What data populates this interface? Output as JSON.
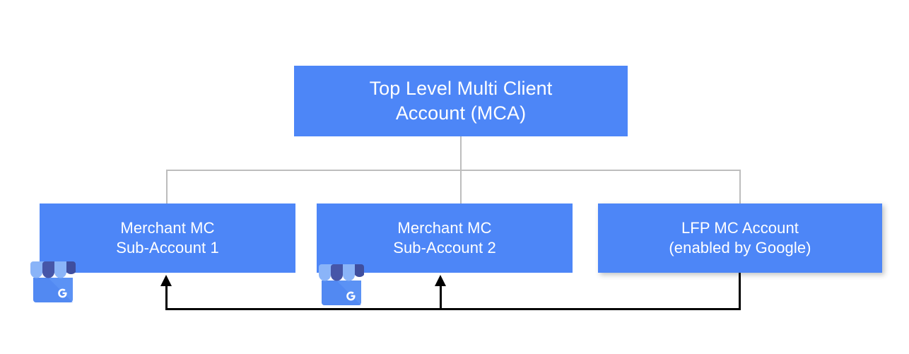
{
  "diagram": {
    "type": "hierarchy-tree",
    "title_text": "",
    "colors": {
      "node_fill": "#4d86f7",
      "node_text": "#ffffff",
      "tree_connector": "#bdbdbd",
      "feedback_arrow": "#000000",
      "background": "#ffffff",
      "gmb_awning_light": "#8ab4f8",
      "gmb_awning_dark": "#4656a8",
      "gmb_body": "#5b92f5"
    },
    "nodes": [
      {
        "id": "root",
        "lines": [
          "Top Level Multi Client",
          "Account (MCA)"
        ],
        "has_gmb_icon": false,
        "has_shadow": false
      },
      {
        "id": "sub1",
        "lines": [
          "Merchant MC",
          "Sub-Account 1"
        ],
        "has_gmb_icon": true,
        "has_shadow": false
      },
      {
        "id": "sub2",
        "lines": [
          "Merchant MC",
          "Sub-Account 2"
        ],
        "has_gmb_icon": true,
        "has_shadow": false
      },
      {
        "id": "lfp",
        "lines": [
          "LFP MC Account",
          "(enabled by Google)"
        ],
        "has_gmb_icon": false,
        "has_shadow": true
      }
    ],
    "connectors": {
      "tree_from": "root",
      "tree_to": [
        "sub1",
        "sub2",
        "lfp"
      ],
      "feedback_from": "lfp",
      "feedback_to": [
        "sub1",
        "sub2"
      ]
    },
    "icons": {
      "gmb": "google-my-business-storefront-icon"
    }
  }
}
